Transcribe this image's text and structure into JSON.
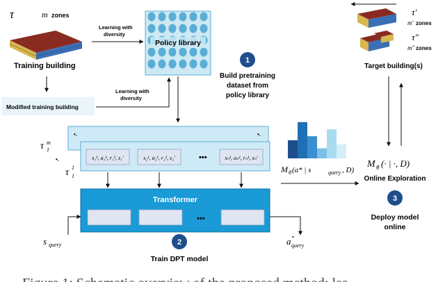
{
  "training": {
    "tau": "τ",
    "m_zones": "m",
    "zones_word": "zones",
    "label": "Training building"
  },
  "modified": {
    "label": "Modified training building"
  },
  "arrows": {
    "learning_diversity_1_line1": "Learning with",
    "learning_diversity_1_line2": "diversity",
    "learning_diversity_2_line1": "Learning with",
    "learning_diversity_2_line2": "diversity"
  },
  "policy_library": {
    "label": "Policy library"
  },
  "step1": {
    "number": "1",
    "line1": "Build pretraining",
    "line2": "dataset from",
    "line3": "policy library"
  },
  "target": {
    "label": "Target building(s)",
    "tau1": "τ′",
    "m1": "m′",
    "tau2": "τ″",
    "m2": "m″",
    "zones_word": "zones"
  },
  "dataset": {
    "tau_m": "τ",
    "tau_m_sup": "m",
    "tau_m_sub": "1",
    "tau_1": "τ",
    "tau_1_sup": "1",
    "tau_1_sub": "1",
    "ellipsis_top": "•.",
    "ellipsis_mid": "•••",
    "cells": [
      "s₁¹, a₁¹, r₁¹, s₁′",
      "s₂¹, a₂¹, r₂¹, s₂′",
      "sₙ¹, aₙ¹, rₙ¹, sₙ′"
    ]
  },
  "transformer": {
    "label": "Transformer",
    "ellipsis": "•••"
  },
  "inputs": {
    "s_query": "s",
    "s_query_sub": "query",
    "a_query": "a",
    "a_query_sup": "*",
    "a_query_sub": "query"
  },
  "step2": {
    "number": "2",
    "label": "Train DPT model"
  },
  "model_expr": "Mθ(a* | s_query, D)",
  "model_expr_parts": {
    "M": "M",
    "theta": "θ",
    "args": "(a* | s",
    "query": "query",
    "end": ", D)"
  },
  "online": {
    "expr_M": "M",
    "expr_theta": "θ",
    "expr_args": "(· | ·, D)",
    "label": "Online Exploration"
  },
  "step3": {
    "number": "3",
    "line1": "Deploy model",
    "line2": "online"
  },
  "caption_fragment": "Figure 1: Schematic overview of the proposed method: lea",
  "histogram": {
    "values": [
      0.45,
      0.9,
      0.55,
      0.25,
      0.72,
      0.35
    ],
    "colors": [
      "#1f4e8c",
      "#1f6fb5",
      "#3a8fd0",
      "#7cc0e6",
      "#a9dbef",
      "#d3eef7"
    ]
  },
  "colors": {
    "accent_blue": "#1a8bc4",
    "dark_badge": "#1f4e8c",
    "library_fill": "#cde9f3",
    "library_dot": "#5aaed6",
    "transformer_fill": "#1a9ad6",
    "dataset_fill": "#cfeaf7",
    "cell_fill": "#dfe6f1"
  }
}
